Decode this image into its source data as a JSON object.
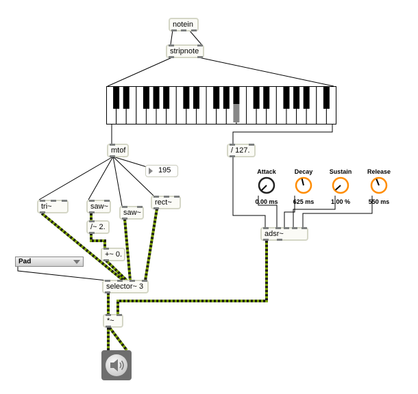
{
  "objects": {
    "notein": "notein",
    "stripnote": "stripnote",
    "mtof": "mtof",
    "div127": "/ 127.",
    "tri": "tri~",
    "saw1": "saw~",
    "saw2": "saw~",
    "rect": "rect~",
    "div2": "/~ 2.",
    "plus0": "+~ 0.",
    "selector": "selector~ 3",
    "adsr": "adsr~",
    "mult": "*~"
  },
  "number_box": {
    "value": "195"
  },
  "menu": {
    "selected": "Pad"
  },
  "knobs": [
    {
      "label": "Attack",
      "value": "0.00 ms",
      "color": "#222222",
      "level": 0.0
    },
    {
      "label": "Decay",
      "value": "625 ms",
      "color": "#ff8c00",
      "level": 0.45
    },
    {
      "label": "Sustain",
      "value": "1.00 %",
      "color": "#ff8c00",
      "level": 0.01
    },
    {
      "label": "Release",
      "value": "550 ms",
      "color": "#ff8c00",
      "level": 0.42
    }
  ],
  "keyboard": {
    "highlighted_key": "A#"
  },
  "colors": {
    "signal_cord": "#7ea400",
    "signal_dash": "#1d1d1d",
    "control_cord": "#000000",
    "box_border": "#d4d6c6"
  },
  "icons": {
    "dac": "speaker-icon"
  }
}
